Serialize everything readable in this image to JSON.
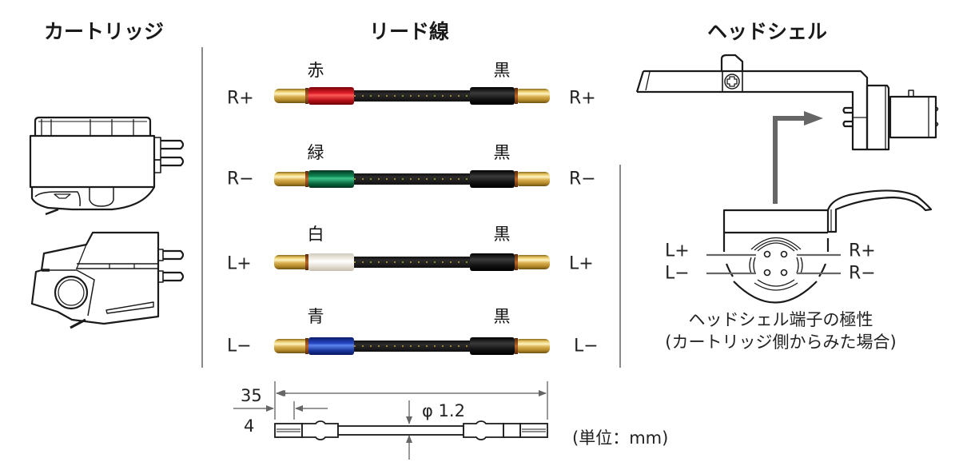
{
  "sections": {
    "cartridge": {
      "title": "カートリッジ"
    },
    "lead_wire": {
      "title": "リード線"
    },
    "headshell": {
      "title": "ヘッドシェル"
    }
  },
  "leads": [
    {
      "left_polarity": "R+",
      "right_polarity": "R+",
      "color_label": "赤",
      "end_color_label": "黒",
      "sleeve_color": "#c8101a"
    },
    {
      "left_polarity": "R−",
      "right_polarity": "R−",
      "color_label": "緑",
      "end_color_label": "黒",
      "sleeve_color": "#0b7a4a"
    },
    {
      "left_polarity": "L+",
      "right_polarity": "L+",
      "color_label": "白",
      "end_color_label": "黒",
      "sleeve_color": "#ece8e0"
    },
    {
      "left_polarity": "L−",
      "right_polarity": "L−",
      "color_label": "青",
      "end_color_label": "黒",
      "sleeve_color": "#1f3fb0"
    }
  ],
  "dimensions": {
    "total_length": "35",
    "pin_length": "4",
    "diameter": "φ 1.2",
    "unit_note": "(単位：mm)"
  },
  "headshell_terminals": {
    "left_top": "L+",
    "left_bottom": "L−",
    "right_top": "R+",
    "right_bottom": "R−",
    "caption_line1": "ヘッドシェル端子の極性",
    "caption_line2": "(カートリッジ側からみた場合)"
  },
  "colors": {
    "divider": "#8a8a8a",
    "arrow": "#666666",
    "line": "#1a1a1a"
  }
}
